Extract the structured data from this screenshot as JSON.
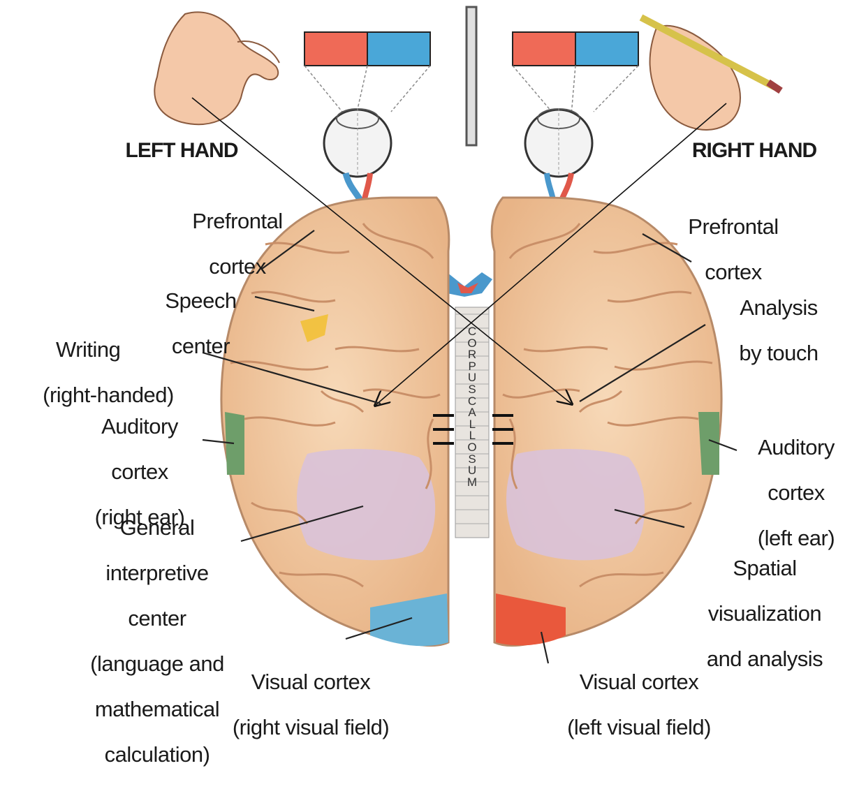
{
  "hands": {
    "left": "LEFT HAND",
    "right": "RIGHT HAND"
  },
  "labels_left": {
    "prefrontal": [
      "Prefrontal",
      "cortex"
    ],
    "speech": [
      "Speech",
      "center"
    ],
    "writing": [
      "Writing",
      "(right-handed)"
    ],
    "auditory": [
      "Auditory",
      "cortex",
      "(right ear)"
    ],
    "interpretive": [
      "General",
      "interpretive",
      "center",
      "(language and",
      "mathematical",
      "calculation)"
    ],
    "visual": [
      "Visual cortex",
      "(right visual field)"
    ]
  },
  "labels_right": {
    "prefrontal": [
      "Prefrontal",
      "cortex"
    ],
    "touch": [
      "Analysis",
      "by touch"
    ],
    "auditory": [
      "Auditory",
      "cortex",
      "(left ear)"
    ],
    "spatial": [
      "Spatial",
      "visualization",
      "and analysis"
    ],
    "visual": [
      "Visual cortex",
      "(left visual field)"
    ]
  },
  "corpus_callosum": [
    "C",
    "O",
    "R",
    "P",
    "U",
    "S",
    "C",
    "A",
    "L",
    "L",
    "O",
    "S",
    "U",
    "M"
  ],
  "colors": {
    "red_square": "#ef6a57",
    "blue_square": "#4aa7d8",
    "brain": "#f2c8a0",
    "brain_fold": "#c98f68",
    "auditory": "#6e9e6a",
    "speech": "#f2c030",
    "interpretive": "#d9c2d9",
    "visual_left": "#6ab3d6",
    "visual_right": "#e9583c"
  }
}
